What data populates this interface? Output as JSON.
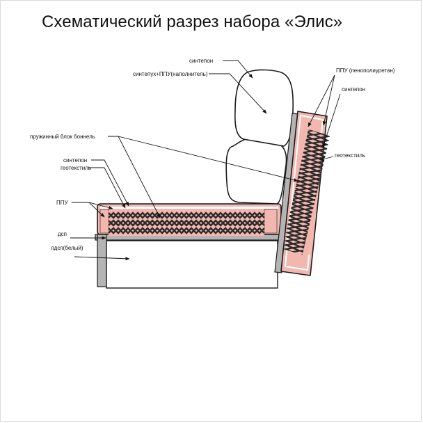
{
  "title": "Схематический разрез набора «Элис»",
  "labels": {
    "sintepon_top": "синтепон",
    "sintepuh_ppu": "синтепух+ППУ(наполнитель)",
    "ppu_polyurethane": "ППУ (пенополиуретан)",
    "sintepon_right": "синтепон",
    "geotextile_right": "геотекстиль",
    "spring_block": "пружинный блок боннель",
    "sintepon_left": "синтепон",
    "geotextile_left": "геотекстиль",
    "ppu_left": "ППУ",
    "dsp": "дсп",
    "ldsp": "лдсп(белый)"
  },
  "colors": {
    "foam_pink": "#f2b8b0",
    "spring_dark": "#2a2a2a",
    "frame_grey": "#b4b4b4",
    "cushion_white": "#ffffff",
    "outline": "#1a1a1a"
  }
}
